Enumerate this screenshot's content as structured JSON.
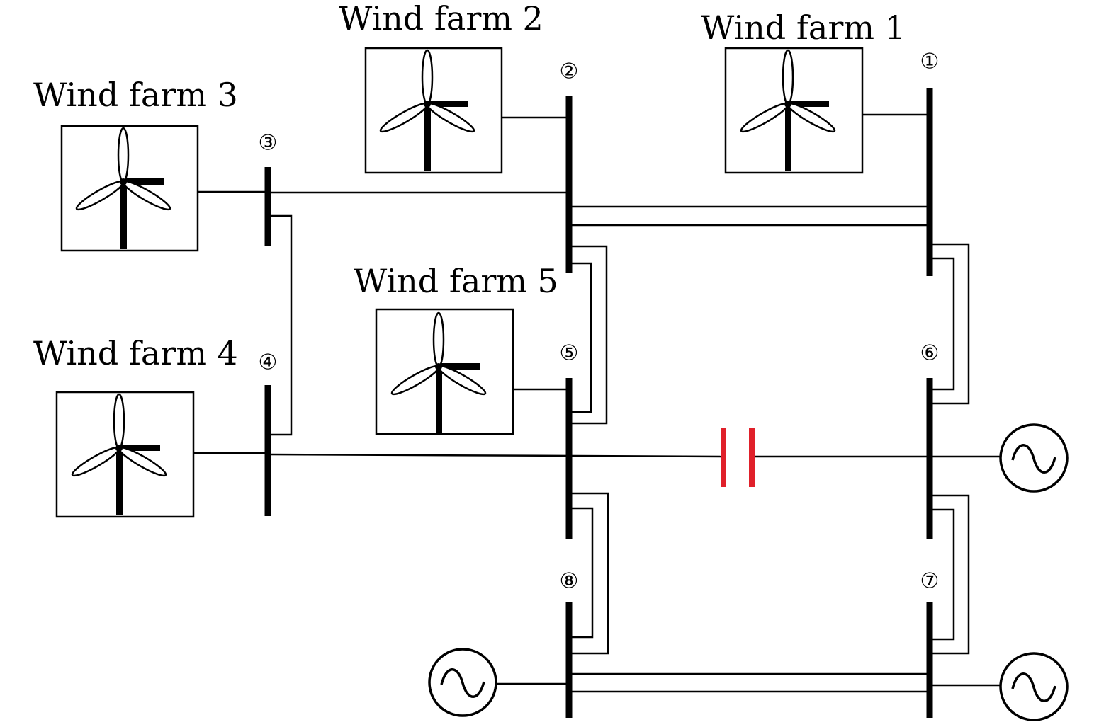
{
  "wind_farms": [
    {
      "id": "wf1",
      "label": "Wind farm 1",
      "connects_to_bus": "1",
      "icon": "wind-turbine-icon"
    },
    {
      "id": "wf2",
      "label": "Wind farm 2",
      "connects_to_bus": "2",
      "icon": "wind-turbine-icon"
    },
    {
      "id": "wf3",
      "label": "Wind farm 3",
      "connects_to_bus": "3",
      "icon": "wind-turbine-icon"
    },
    {
      "id": "wf4",
      "label": "Wind farm 4",
      "connects_to_bus": "4",
      "icon": "wind-turbine-icon"
    },
    {
      "id": "wf5",
      "label": "Wind farm 5",
      "connects_to_bus": "5",
      "icon": "wind-turbine-icon"
    }
  ],
  "buses": [
    {
      "id": "1",
      "symbol": "①"
    },
    {
      "id": "2",
      "symbol": "②"
    },
    {
      "id": "3",
      "symbol": "③"
    },
    {
      "id": "4",
      "symbol": "④"
    },
    {
      "id": "5",
      "symbol": "⑤"
    },
    {
      "id": "6",
      "symbol": "⑥"
    },
    {
      "id": "7",
      "symbol": "⑦"
    },
    {
      "id": "8",
      "symbol": "⑧"
    }
  ],
  "generators": [
    {
      "bus": "6",
      "icon": "ac-source-icon"
    },
    {
      "bus": "7",
      "icon": "ac-source-icon"
    },
    {
      "bus": "8",
      "icon": "ac-source-icon"
    }
  ],
  "lines": [
    {
      "from": "2",
      "to": "3",
      "circuits": 1
    },
    {
      "from": "1",
      "to": "2",
      "circuits": 2
    },
    {
      "from": "3",
      "to": "4",
      "circuits": 1
    },
    {
      "from": "2",
      "to": "5",
      "circuits": 2
    },
    {
      "from": "1",
      "to": "6",
      "circuits": 2
    },
    {
      "from": "4",
      "to": "6",
      "circuits": 1,
      "series_capacitor": true
    },
    {
      "from": "5",
      "to": "8",
      "circuits": 2
    },
    {
      "from": "6",
      "to": "7",
      "circuits": 2
    },
    {
      "from": "7",
      "to": "8",
      "circuits": 2
    }
  ],
  "colors": {
    "capacitor": "#e0202a",
    "stroke": "#000000"
  }
}
